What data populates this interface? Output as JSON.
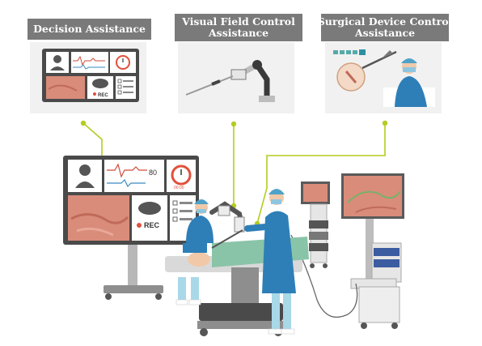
{
  "labels": {
    "decision": "Decision Assistance",
    "visual_line1": "Visual Field Control",
    "visual_line2": "Assistance",
    "surgical_line1": "Surgical Device Control",
    "surgical_line2": "Assistance"
  },
  "monitor": {
    "heart_rate": "80",
    "timer": "00:00",
    "rec_label": "REC"
  },
  "colors": {
    "accent_line": "#b5cc1f",
    "label_bg": "#7a7a7a",
    "screen_frame": "#4a4a4a",
    "tissue": "#d98c7a",
    "timer_ring": "#e0503c",
    "scrubs": "#2e7fb8"
  }
}
